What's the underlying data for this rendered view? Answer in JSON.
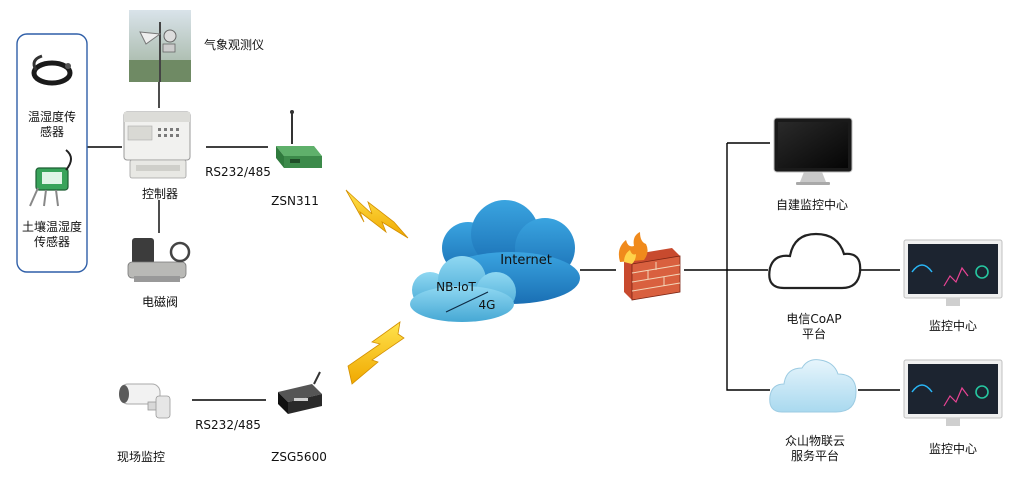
{
  "sensors": {
    "temp_humidity": "温湿度传\n感器",
    "soil": "土壤温湿度\n传感器"
  },
  "devices": {
    "weather": "气象观测仪",
    "controller": "控制器",
    "valve": "电磁阀",
    "camera": "现场监控",
    "zsn": "ZSN311",
    "zsg": "ZSG5600"
  },
  "links": {
    "rs_top": "RS232/485",
    "rs_bottom": "RS232/485"
  },
  "network": {
    "internet": "Internet",
    "nbiot": "NB-IoT",
    "g4": "4G"
  },
  "platforms": {
    "self_center": "自建监控中心",
    "coap": "电信CoAP\n平台",
    "zhongshan": "众山物联云\n服务平台",
    "monitor_1": "监控中心",
    "monitor_2": "监控中心"
  },
  "colors": {
    "sensor_box": "#2f5fa8",
    "line": "#000000",
    "cloud_dark": "#1f86cc",
    "cloud_light": "#6ec6ea",
    "bolt": "#f5c400",
    "brick": "#c0392b",
    "device_green": "#3c8a4a"
  }
}
